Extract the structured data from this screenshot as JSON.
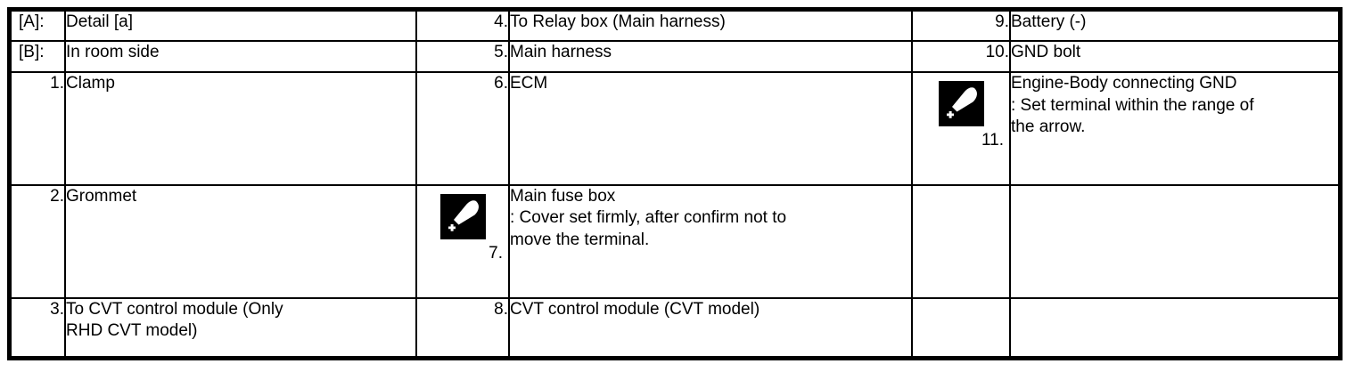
{
  "table": {
    "columns": [
      {
        "key": "left",
        "num_header": "number",
        "text_header": "description"
      },
      {
        "key": "middle",
        "num_header": "number",
        "text_header": "description"
      },
      {
        "key": "right",
        "num_header": "number",
        "text_header": "description"
      }
    ],
    "rows": [
      {
        "left": {
          "num": "[A]:",
          "num_align": "left",
          "icon": null,
          "lines": [
            "Detail [a]"
          ]
        },
        "middle": {
          "num": "4.",
          "num_align": "right",
          "icon": null,
          "lines": [
            "To Relay box (Main harness)"
          ]
        },
        "right": {
          "num": "9.",
          "num_align": "right",
          "icon": null,
          "lines": [
            "Battery (-)"
          ]
        }
      },
      {
        "left": {
          "num": "[B]:",
          "num_align": "left",
          "icon": null,
          "lines": [
            "In room side"
          ]
        },
        "middle": {
          "num": "5.",
          "num_align": "right",
          "icon": null,
          "lines": [
            "Main harness"
          ]
        },
        "right": {
          "num": "10.",
          "num_align": "right",
          "icon": null,
          "lines": [
            "GND bolt"
          ]
        }
      },
      {
        "left": {
          "num": "1.",
          "num_align": "right",
          "icon": null,
          "lines": [
            "Clamp"
          ]
        },
        "middle": {
          "num": "6.",
          "num_align": "right",
          "icon": null,
          "lines": [
            "ECM"
          ]
        },
        "right": {
          "num": "11.",
          "num_align": "right",
          "icon": "arrow-range-icon",
          "lines": [
            "Engine-Body connecting GND",
            ": Set terminal within the range of",
            "the arrow."
          ]
        }
      },
      {
        "left": {
          "num": "2.",
          "num_align": "right",
          "icon": null,
          "lines": [
            "Grommet"
          ]
        },
        "middle": {
          "num": "7.",
          "num_align": "right",
          "icon": "arrow-range-icon",
          "lines": [
            "Main fuse box",
            ": Cover set firmly, after confirm not to",
            "move the terminal."
          ]
        },
        "right": {
          "num": "",
          "num_align": "right",
          "icon": null,
          "lines": []
        }
      },
      {
        "left": {
          "num": "3.",
          "num_align": "right",
          "icon": null,
          "lines": [
            "To CVT control module (Only",
            "RHD CVT model)"
          ]
        },
        "middle": {
          "num": "8.",
          "num_align": "right",
          "icon": null,
          "lines": [
            "CVT control module (CVT model)"
          ]
        },
        "right": {
          "num": "",
          "num_align": "right",
          "icon": null,
          "lines": []
        }
      }
    ]
  },
  "icons": {
    "arrow-range-icon": {
      "name": "arrow-range-icon",
      "description": "white tapered arrow pointing up-right with small white marker at lower-left on black square",
      "background_color": "#000000",
      "foreground_color": "#FFFFFF"
    }
  },
  "colors": {
    "page_background": "#FFFFFF",
    "border": "#000000",
    "text": "#000000"
  }
}
